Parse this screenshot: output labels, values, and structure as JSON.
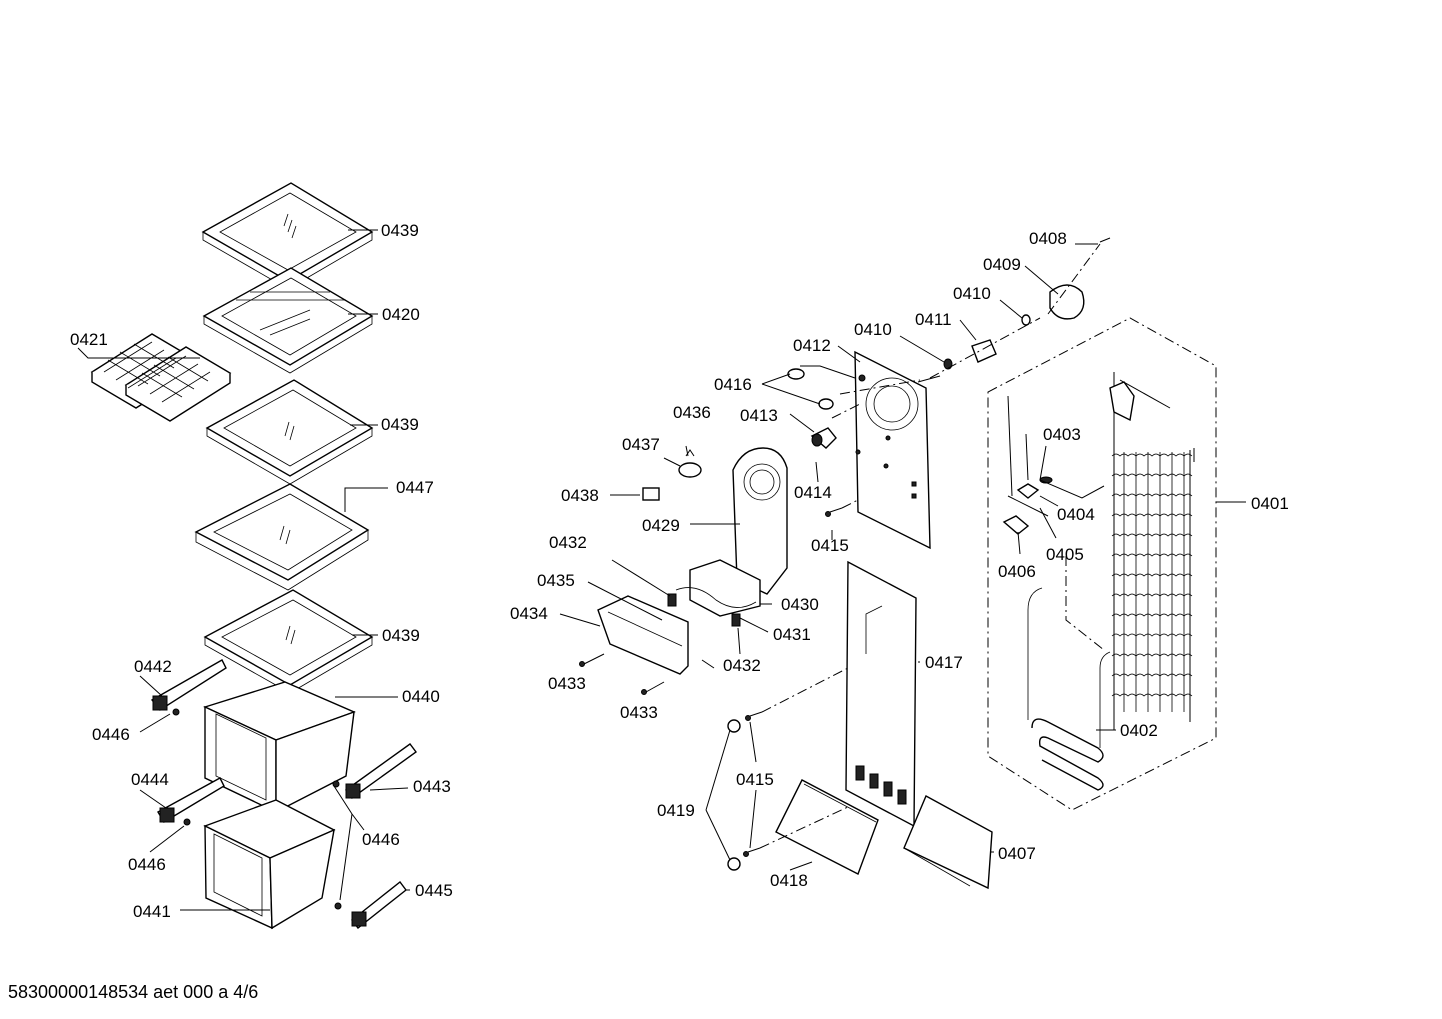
{
  "labels": {
    "p0439a": "0439",
    "p0420": "0420",
    "p0421": "0421",
    "p0439b": "0439",
    "p0447": "0447",
    "p0439c": "0439",
    "p0442": "0442",
    "p0440": "0440",
    "p0446a": "0446",
    "p0444": "0444",
    "p0443": "0443",
    "p0446b": "0446",
    "p0446c": "0446",
    "p0445": "0445",
    "p0441": "0441",
    "p0408": "0408",
    "p0409": "0409",
    "p0410a": "0410",
    "p0410b": "0410",
    "p0411": "0411",
    "p0412": "0412",
    "p0416": "0416",
    "p0413": "0413",
    "p0436": "0436",
    "p0437": "0437",
    "p0438": "0438",
    "p0414": "0414",
    "p0429": "0429",
    "p0415a": "0415",
    "p0432a": "0432",
    "p0435": "0435",
    "p0430": "0430",
    "p0434": "0434",
    "p0431": "0431",
    "p0432b": "0432",
    "p0433a": "0433",
    "p0433b": "0433",
    "p0417": "0417",
    "p0403": "0403",
    "p0401": "0401",
    "p0404": "0404",
    "p0405": "0405",
    "p0406": "0406",
    "p0402": "0402",
    "p0415b": "0415",
    "p0419": "0419",
    "p0418": "0418",
    "p0407": "0407"
  },
  "footer": "58300000148534 aet 000 a 4/6"
}
